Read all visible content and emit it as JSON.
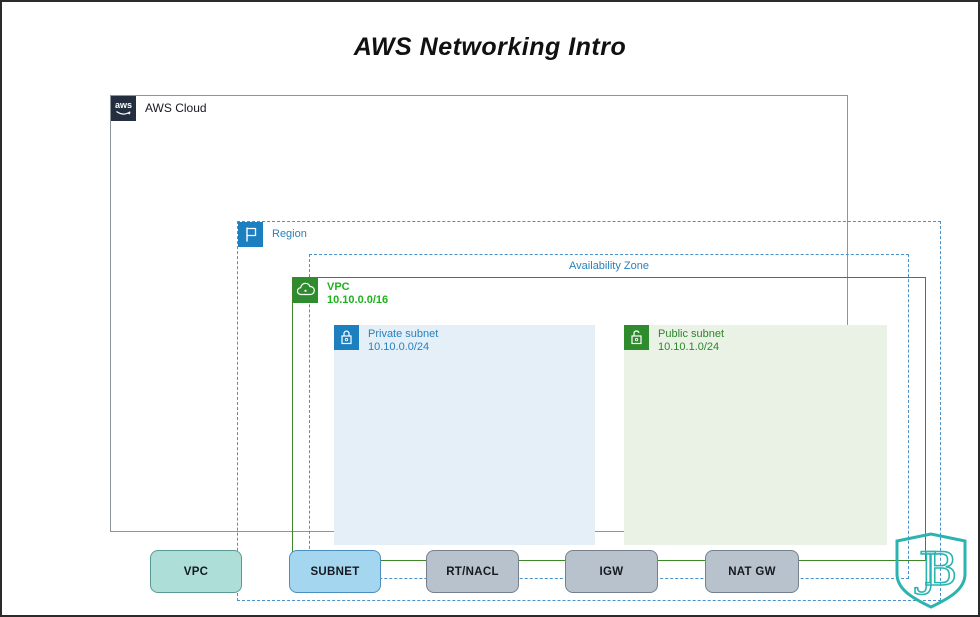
{
  "page": {
    "title": "AWS Networking Intro"
  },
  "diagram": {
    "aws_cloud": {
      "label": "AWS Cloud",
      "logo_text": "aws"
    },
    "region": {
      "label": "Region"
    },
    "availability_zone": {
      "label": "Availability Zone"
    },
    "vpc": {
      "label": "VPC",
      "cidr": "10.10.0.0/16"
    },
    "private_subnet": {
      "label": "Private subnet",
      "cidr": "10.10.0.0/24"
    },
    "public_subnet": {
      "label": "Public subnet",
      "cidr": "10.10.1.0/24"
    }
  },
  "legend_buttons": [
    {
      "label": "VPC",
      "fill": "#addfd8",
      "border": "#5a9a94"
    },
    {
      "label": "SUBNET",
      "fill": "#a4d6f0",
      "border": "#4a8fc0"
    },
    {
      "label": "RT/NACL",
      "fill": "#b8c2cc",
      "border": "#74808c"
    },
    {
      "label": "IGW",
      "fill": "#b8c2cc",
      "border": "#74808c"
    },
    {
      "label": "NAT GW",
      "fill": "#b8c2cc",
      "border": "#74808c"
    }
  ],
  "logo": {
    "monogram": "JB",
    "color": "#2bb3b0"
  },
  "colors": {
    "aws_navy": "#232f3e",
    "aws_blue": "#1b7fc0",
    "dashed_blue": "#4a90c9",
    "vpc_green_border": "#3f8624",
    "vpc_green_text": "#1db31d",
    "subnet_green": "#2e8b2e",
    "private_fill": "#e4eff8",
    "public_fill": "#eaf2e5"
  }
}
